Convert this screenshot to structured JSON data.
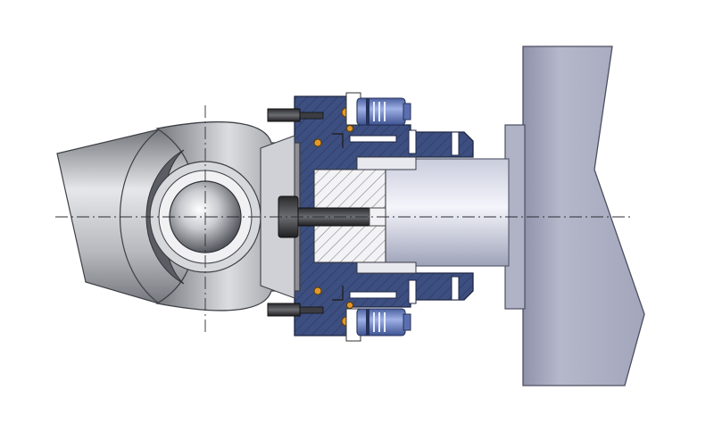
{
  "diagram": {
    "kind": "mechanical-cross-section",
    "components": [
      "universal-joint-shaft",
      "joint-yoke-ball",
      "flange-hub",
      "axial-bolt",
      "sensor-cartridges",
      "shaft",
      "machine-housing"
    ],
    "colors": {
      "section_blue": "#3d4f80",
      "housing_gray": "#a6a8bd",
      "shaft_light": "#eef0f8",
      "steel_dark": "#6b6e74",
      "steel_light": "#e2e3e6",
      "sensor_blue": "#6f86c8",
      "seal_orange": "#e39a2a",
      "hatch_gray": "#7b7e86"
    }
  }
}
